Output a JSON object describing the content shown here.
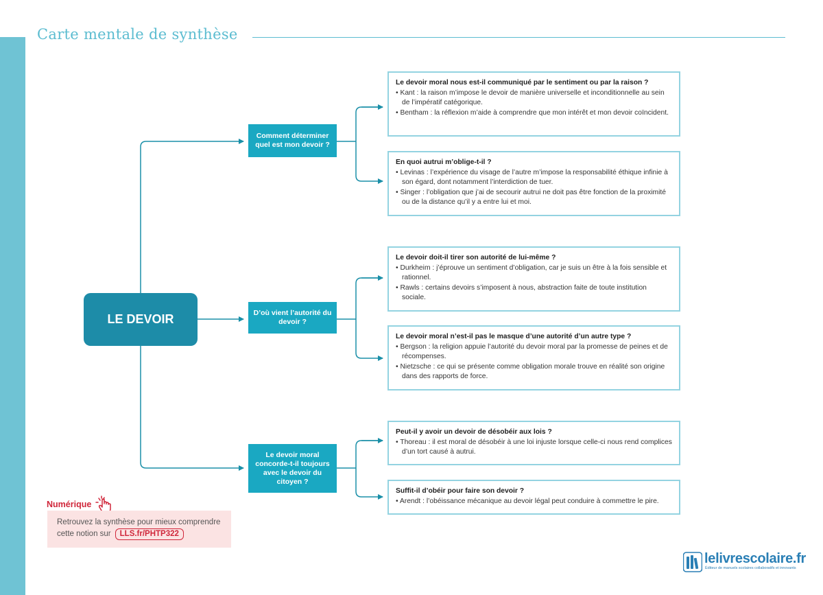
{
  "page": {
    "title": "Carte mentale de synthèse"
  },
  "root": {
    "label": "LE DEVOIR"
  },
  "branches": [
    {
      "question": "Comment déterminer quel est mon devoir ?",
      "details": [
        {
          "title": "Le devoir moral nous est-il communiqué par le sentiment ou par la raison ?",
          "bullets": [
            "• Kant : la raison m’impose le devoir de manière universelle et inconditionnelle au sein de l’impératif catégorique.",
            "• Bentham : la réflexion m’aide à comprendre que mon intérêt et mon devoir coïncident."
          ]
        },
        {
          "title": "En quoi autrui m’oblige-t-il ?",
          "bullets": [
            "• Levinas : l’expérience du visage de l’autre m’impose la responsabilité éthique infinie à son égard, dont notamment l’interdiction de tuer.",
            "• Singer : l’obligation que j’ai de secourir autrui ne doit pas être fonction de la proximité ou de la distance qu’il y a entre lui et moi."
          ]
        }
      ]
    },
    {
      "question": "D’où vient l’autorité du devoir ?",
      "details": [
        {
          "title": "Le devoir doit-il tirer son autorité de lui-même ?",
          "bullets": [
            "• Durkheim : j’éprouve un sentiment d’obligation, car je suis un être à la fois sensible et rationnel.",
            "• Rawls : certains devoirs s’imposent à nous, abstraction faite de toute institution sociale."
          ]
        },
        {
          "title": "Le devoir moral n’est-il pas le masque d’une autorité d’un autre type ?",
          "bullets": [
            "• Bergson : la religion appuie l’autorité du devoir moral par la promesse de peines et de récompenses.",
            "• Nietzsche : ce qui se présente comme obligation morale trouve en réalité son origine dans des rapports de force."
          ]
        }
      ]
    },
    {
      "question": "Le devoir moral concorde-t-il toujours avec le devoir du citoyen ?",
      "details": [
        {
          "title": "Peut-il y avoir un devoir de désobéir aux lois ?",
          "bullets": [
            "• Thoreau : il est moral de désobéir à une loi injuste lorsque celle-ci nous rend complices d’un tort causé à autrui."
          ]
        },
        {
          "title": "Suffit-il d’obéir pour faire son devoir ?",
          "bullets": [
            "• Arendt : l’obéissance mécanique au devoir légal peut conduire à commettre le pire."
          ]
        }
      ]
    }
  ],
  "numerique": {
    "label": "Numérique",
    "text": "Retrouvez la synthèse pour mieux comprendre cette notion sur",
    "link": "LLS.fr/PHTP322",
    "icon": "pointing-hand-icon"
  },
  "logo": {
    "name": "lelivrescolaire.fr",
    "tagline": "Éditeur de manuels scolaires collaboratifs et innovants",
    "icon": "books-logo-icon"
  },
  "colors": {
    "accent": "#5bbcd0",
    "root": "#1d8ca8",
    "question": "#1aa8c2",
    "detail_border": "#93d3e1",
    "connector": "#1a8fa8",
    "numerique": "#d0263a",
    "numerique_bg": "#fbe3e3",
    "logo": "#2a7fb5"
  }
}
